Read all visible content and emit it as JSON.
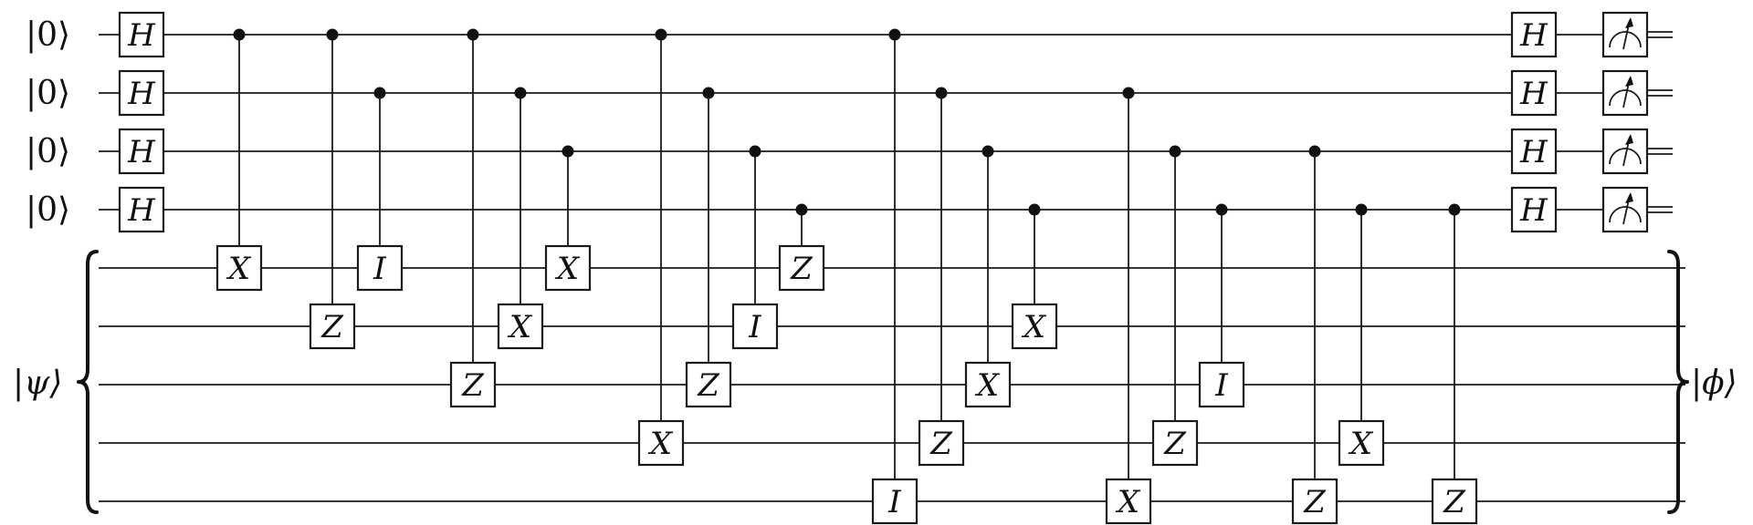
{
  "inputs": {
    "qubit_labels": [
      "|0⟩",
      "|0⟩",
      "|0⟩",
      "|0⟩"
    ],
    "register_label": "|ψ⟩"
  },
  "output": {
    "register_label": "|ϕ⟩"
  },
  "circuit": {
    "control_qubits": 4,
    "target_qubits": 5,
    "hadamard_label": "H",
    "initial_gate": "H",
    "final_gate": "H",
    "measure": "meter",
    "controlled_gates": [
      {
        "control": 0,
        "target": 0,
        "gate": "X"
      },
      {
        "control": 0,
        "target": 1,
        "gate": "Z"
      },
      {
        "control": 1,
        "target": 0,
        "gate": "I"
      },
      {
        "control": 0,
        "target": 2,
        "gate": "Z"
      },
      {
        "control": 1,
        "target": 1,
        "gate": "X"
      },
      {
        "control": 2,
        "target": 0,
        "gate": "X"
      },
      {
        "control": 0,
        "target": 3,
        "gate": "X"
      },
      {
        "control": 1,
        "target": 2,
        "gate": "Z"
      },
      {
        "control": 2,
        "target": 1,
        "gate": "I"
      },
      {
        "control": 3,
        "target": 0,
        "gate": "Z"
      },
      {
        "control": 0,
        "target": 4,
        "gate": "I"
      },
      {
        "control": 1,
        "target": 3,
        "gate": "Z"
      },
      {
        "control": 2,
        "target": 2,
        "gate": "X"
      },
      {
        "control": 3,
        "target": 1,
        "gate": "X"
      },
      {
        "control": 1,
        "target": 4,
        "gate": "X"
      },
      {
        "control": 2,
        "target": 3,
        "gate": "Z"
      },
      {
        "control": 3,
        "target": 2,
        "gate": "I"
      },
      {
        "control": 2,
        "target": 4,
        "gate": "Z"
      },
      {
        "control": 3,
        "target": 3,
        "gate": "X"
      },
      {
        "control": 3,
        "target": 4,
        "gate": "Z"
      }
    ]
  }
}
